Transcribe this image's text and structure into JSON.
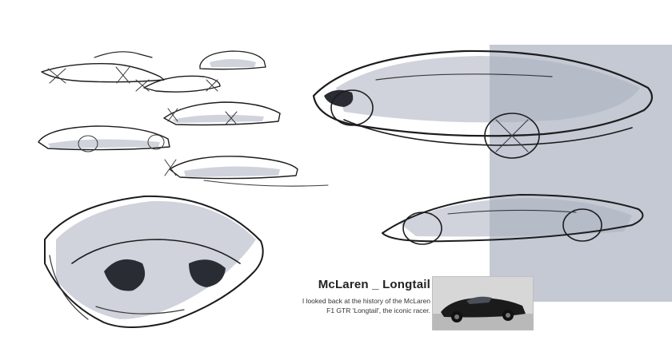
{
  "caption": {
    "title": "McLaren _ Longtail",
    "body_line1": "I looked back at the history of the McLaren",
    "body_line2": "F1 GTR 'Longtail', the iconic racer."
  },
  "images": {
    "photo": "mclaren-f1-gtr-longtail-photo",
    "sketches": "concept-car-sketches"
  },
  "colors": {
    "panel": "#c4c9d3",
    "ink": "#1c1c1e",
    "shade": "#a9afbd"
  }
}
